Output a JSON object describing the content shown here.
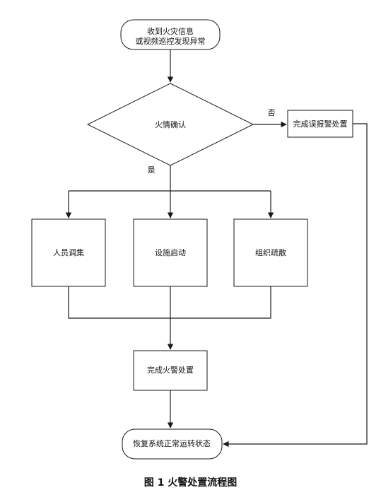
{
  "nodes": {
    "start": {
      "line1": "收到火灾信息",
      "line2": "或视频巡控发现异常"
    },
    "decision": "火情确认",
    "false_alarm": "完成误报警处置",
    "personnel": "人员调集",
    "equipment": "设施启动",
    "evacuation": "组织疏散",
    "complete": "完成火警处置",
    "restore": "恢复系统正常运转状态"
  },
  "edges": {
    "no_label": "否",
    "yes_label": "是"
  },
  "caption": "图 1  火警处置流程图"
}
